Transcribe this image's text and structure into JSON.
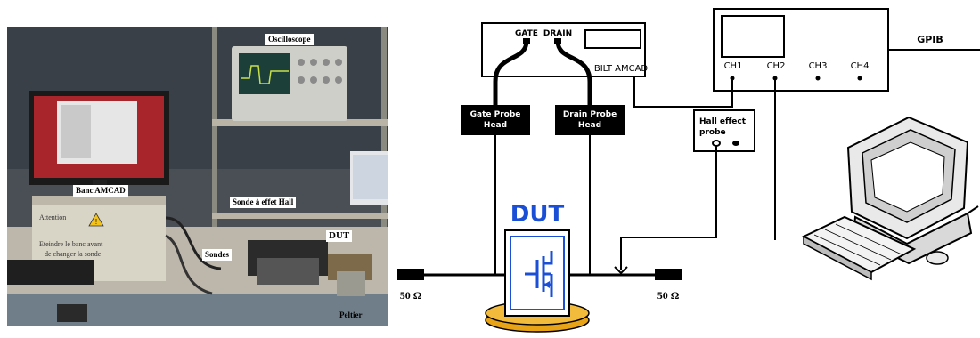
{
  "photo": {
    "labels": {
      "oscilloscope": "Oscilloscope",
      "banc": "Banc AMCAD",
      "sonde_hall": "Sonde à effet Hall",
      "dut": "DUT",
      "sondes": "Sondes",
      "peltier": "Peltier"
    },
    "warning_lines": [
      "Attention",
      "Eteindre le banc avant",
      "de changer la sonde"
    ]
  },
  "schematic": {
    "amcad": {
      "gate": "GATE",
      "drain": "DRAIN",
      "name": "BILT AMCAD"
    },
    "scope": {
      "ch1": "CH1",
      "ch2": "CH2",
      "ch3": "CH3",
      "ch4": "CH4"
    },
    "gpib": "GPIB",
    "gate_probe": [
      "Gate Probe",
      "Head"
    ],
    "drain_probe": [
      "Drain Probe",
      "Head"
    ],
    "hall_probe": [
      "Hall effect",
      "probe"
    ],
    "dut": "DUT",
    "load_left": "50 Ω",
    "load_right": "50 Ω",
    "colors": {
      "dut_title": "#1a4fd6",
      "dut_stroke": "#1a4fd6",
      "peltier_fill": "#e8a317"
    }
  }
}
